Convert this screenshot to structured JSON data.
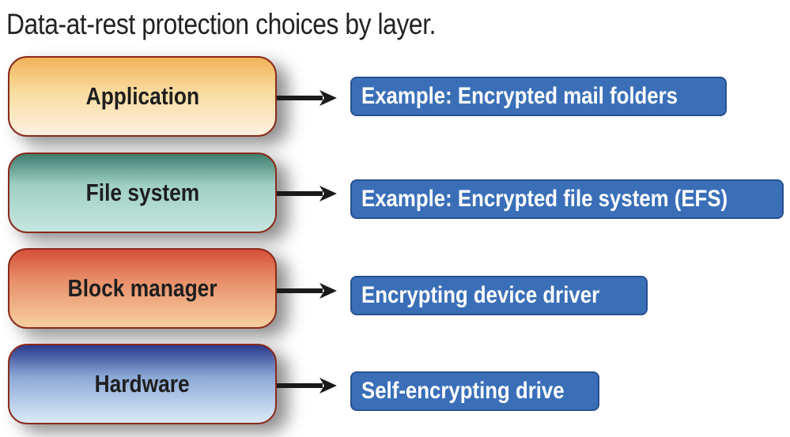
{
  "title": "Data-at-rest protection choices by layer.",
  "layers": [
    {
      "label": "Application",
      "example": "Example: Encrypted mail folders"
    },
    {
      "label": "File system",
      "example": "Example: Encrypted file system (EFS)"
    },
    {
      "label": "Block manager",
      "example": "Encrypting device driver"
    },
    {
      "label": "Hardware",
      "example": "Self-encrypting drive"
    }
  ],
  "colors": {
    "example_box": "#3a6fb8",
    "layer_border": "#8b2a1a"
  }
}
